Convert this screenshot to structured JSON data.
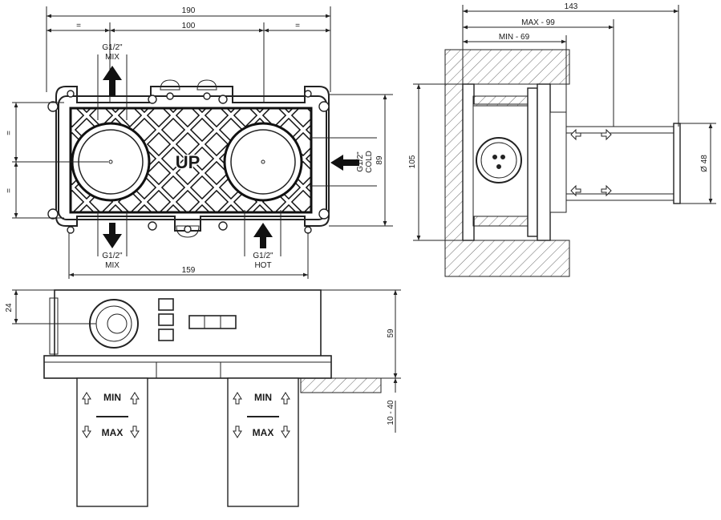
{
  "front_view": {
    "dim_overall_width": "190",
    "dim_center_distance": "100",
    "dim_equal_left": "=",
    "dim_equal_right": "=",
    "dim_bottom_width": "159",
    "dim_height": "89",
    "dim_equal_upper": "=",
    "dim_equal_lower": "=",
    "up_marking": "UP",
    "ports": {
      "top_left": {
        "thread": "G1/2\"",
        "name": "MIX"
      },
      "bottom_left": {
        "thread": "G1/2\"",
        "name": "MIX"
      },
      "bottom_right": {
        "thread": "G1/2\"",
        "name": "HOT"
      },
      "right": {
        "thread": "G1/2\"",
        "name": "COLD"
      }
    }
  },
  "side_view": {
    "dim_total_depth": "143",
    "dim_max": "MAX - 99",
    "dim_min": "MIN - 69",
    "dim_height": "105",
    "dim_diameter": "Ø 48"
  },
  "bottom_view": {
    "dim_axis_height": "24",
    "dim_body_height": "59",
    "dim_wall_range": "10 - 40",
    "gauge_labels": {
      "min": "MIN",
      "max": "MAX"
    }
  },
  "icons": [
    "arrow-up-icon",
    "arrow-down-icon",
    "arrow-left-icon",
    "outline-arrow-icon",
    "hatch-pattern"
  ]
}
